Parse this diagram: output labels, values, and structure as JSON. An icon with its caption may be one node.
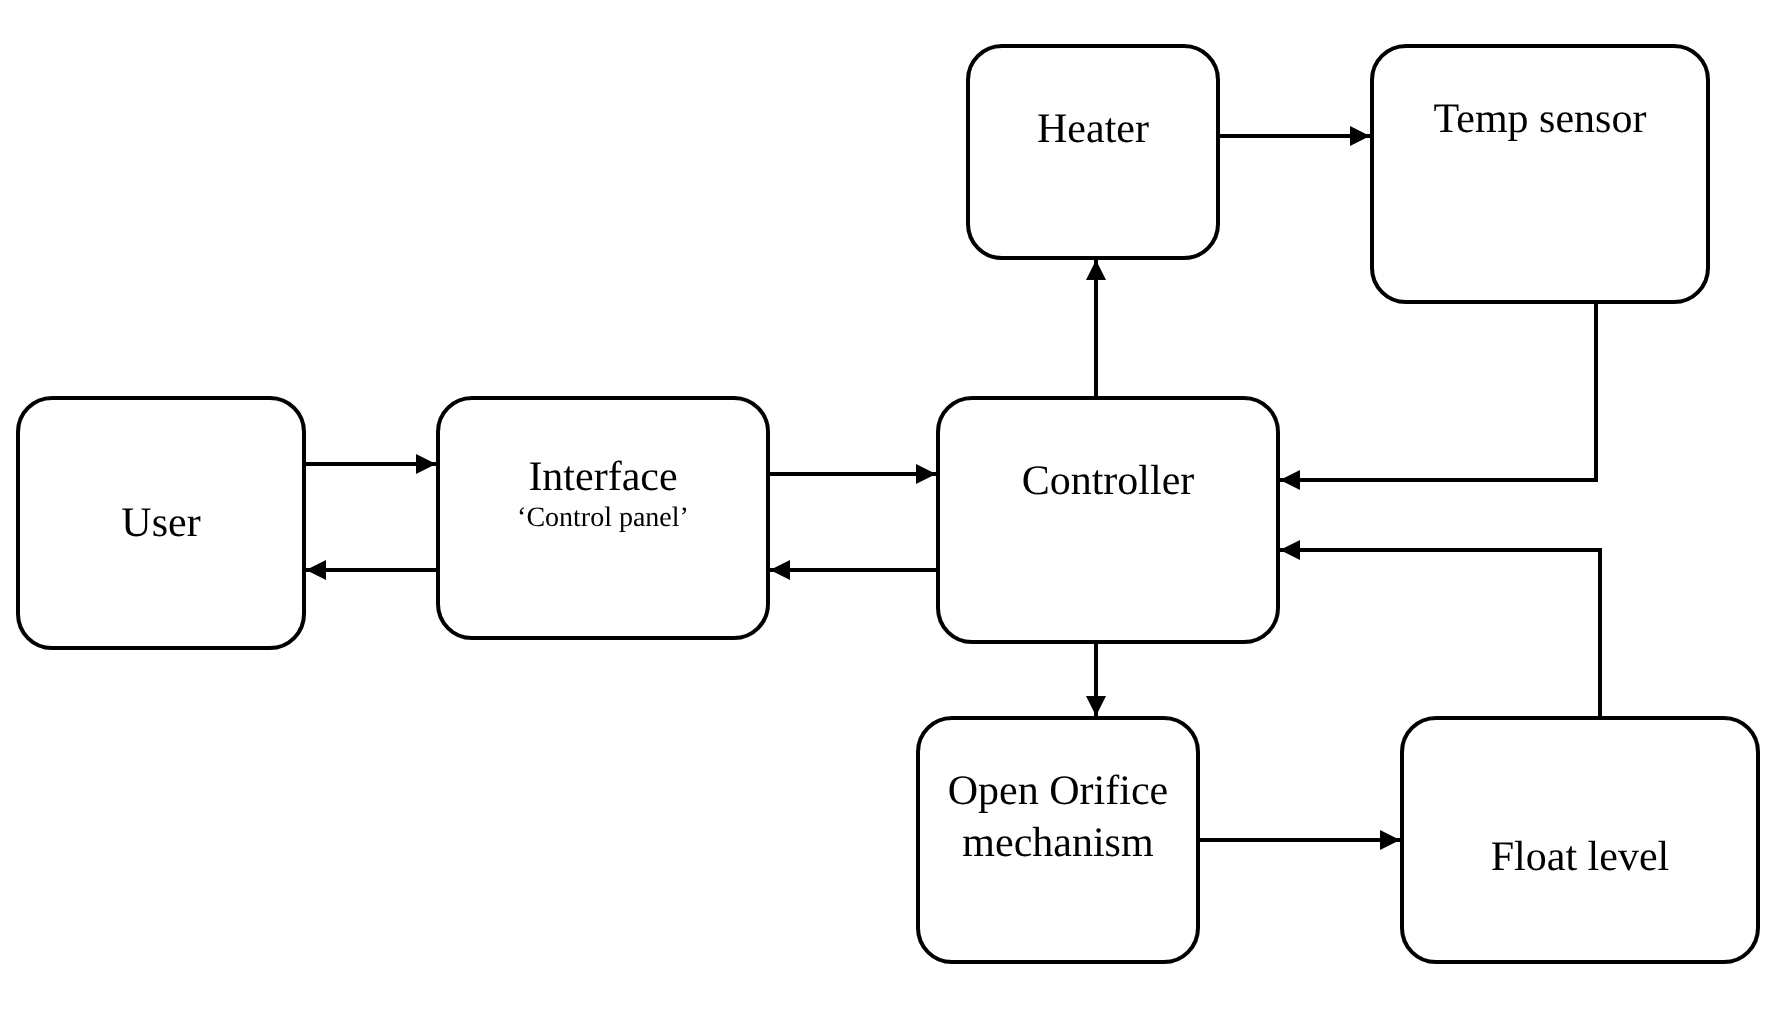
{
  "diagram": {
    "nodes": [
      {
        "text": [
          "User"
        ]
      },
      {
        "text": [
          "Interface",
          "‘Control panel’"
        ]
      },
      {
        "text": [
          "Controller"
        ]
      },
      {
        "text": [
          "Heater"
        ]
      },
      {
        "text": [
          "Temp sensor"
        ]
      },
      {
        "text": [
          "Open Orifice mechanism"
        ]
      },
      {
        "text": [
          "Float level"
        ]
      }
    ],
    "edges": [
      {
        "from": 0,
        "to": 1,
        "arrow": "to"
      },
      {
        "from": 1,
        "to": 0,
        "arrow": "to"
      },
      {
        "from": 1,
        "to": 2,
        "arrow": "to"
      },
      {
        "from": 2,
        "to": 1,
        "arrow": "to"
      },
      {
        "from": 2,
        "to": 3,
        "arrow": "to"
      },
      {
        "from": 3,
        "to": 4,
        "arrow": "to"
      },
      {
        "from": 4,
        "to": 2,
        "arrow": "to"
      },
      {
        "from": 2,
        "to": 5,
        "arrow": "to"
      },
      {
        "from": 5,
        "to": 6,
        "arrow": "to"
      },
      {
        "from": 6,
        "to": 2,
        "arrow": "to"
      }
    ]
  }
}
